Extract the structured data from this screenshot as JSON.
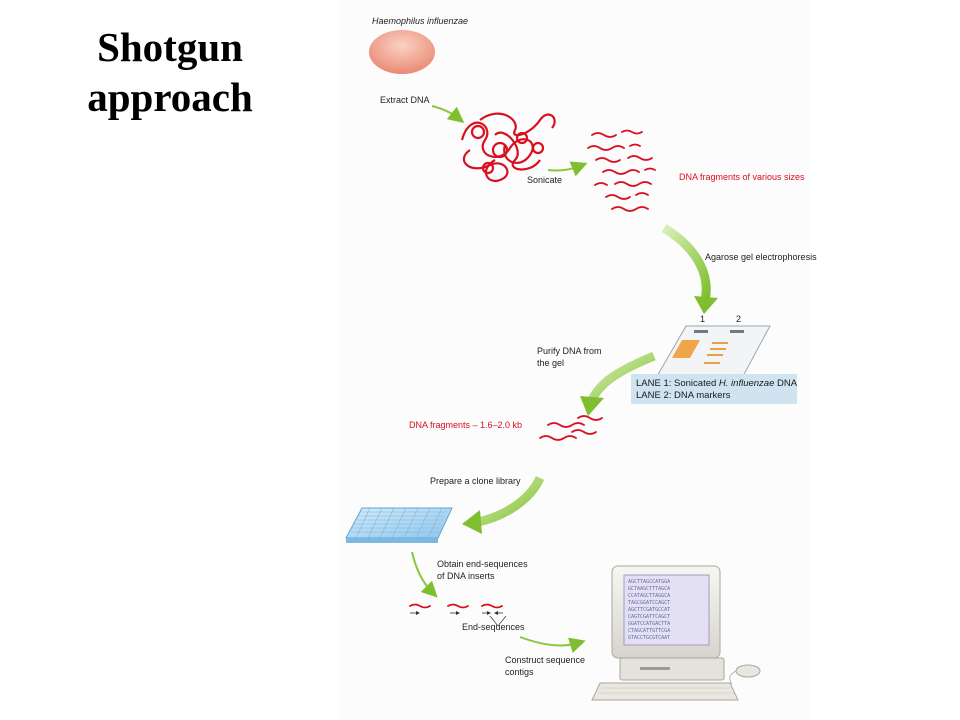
{
  "slide": {
    "title_line1": "Shotgun",
    "title_line2": "approach"
  },
  "figure": {
    "organism": "Haemophilus influenzae",
    "steps": {
      "extract": "Extract DNA",
      "sonicate": "Sonicate",
      "fragments": "DNA fragments of various sizes",
      "gel": "Agarose gel electrophoresis",
      "purify_line1": "Purify DNA from",
      "purify_line2": "the gel",
      "fragments_size": "DNA fragments – 1.6–2.0 kb",
      "library": "Prepare a clone library",
      "endseq_line1": "Obtain end-sequences",
      "endseq_line2": "of DNA inserts",
      "endseq_label": "End-sequences",
      "contig_line1": "Construct sequence",
      "contig_line2": "contigs"
    },
    "gel_legend": {
      "lane1_prefix": "LANE 1: Sonicated ",
      "lane1_species": "H. influenzae",
      "lane1_suffix": " DNA",
      "lane2": "LANE 2: DNA markers",
      "lane_number_1": "1",
      "lane_number_2": "2"
    },
    "screen_lines": [
      "AGCTTAGCCATGGA",
      "GCTAAGCTTTAGCA",
      "CCATAGCTTAGGCA",
      "TAGCGGATCCAGCT",
      "AGCTTCGATGCCAT",
      "CAGTCGATTCAGCT",
      "GGATCCATGACTTA",
      "CTAGCATTGTTCGA",
      "GTACCTGCGTCAAT"
    ],
    "colors": {
      "dna_red": "#d81020",
      "arrow_green": "#8cc63f",
      "cell_pink": "#f2a08c",
      "legend_blue": "#cfe3f1",
      "plate_blue": "#a9d4f0"
    }
  }
}
